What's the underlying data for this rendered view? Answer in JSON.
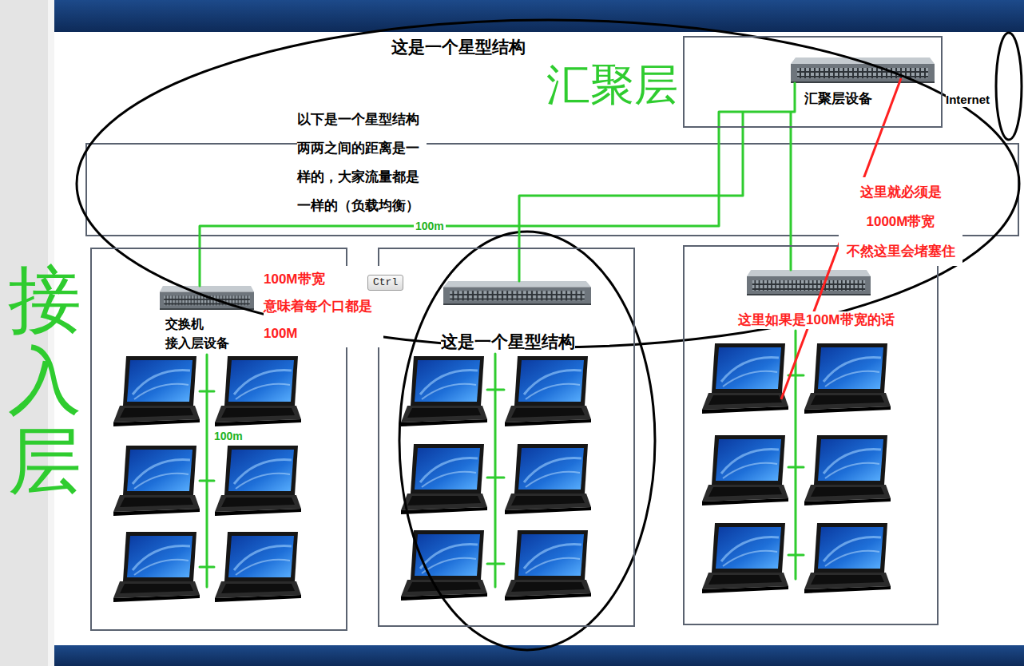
{
  "diagram": {
    "title": "这是一个星型结构",
    "nodes": [
      {
        "text": [
          "汇聚层设备"
        ]
      },
      {
        "text": [
          "交换机 接入层设备"
        ]
      },
      {
        "text": [
          "这是一个星型结构"
        ]
      },
      {
        "text": [
          "这里如果是100M带宽的话"
        ]
      }
    ],
    "edges": [
      {
        "from": 0,
        "to": 1,
        "arrow": "none"
      },
      {
        "from": 0,
        "to": 2,
        "arrow": "none"
      },
      {
        "from": 0,
        "to": 3,
        "arrow": "none"
      }
    ],
    "labels": [
      "汇聚层",
      "Internet",
      "以下是一个星型结构 两两之间的距离是一 样的，大家流量都是 一样的（负载均衡）",
      "这里就必须是 1000M带宽 不然这里会堵塞住",
      "100m",
      "100M带宽 意味着每个口都是 100M",
      "Ctrl",
      "接入层",
      "100m"
    ]
  }
}
